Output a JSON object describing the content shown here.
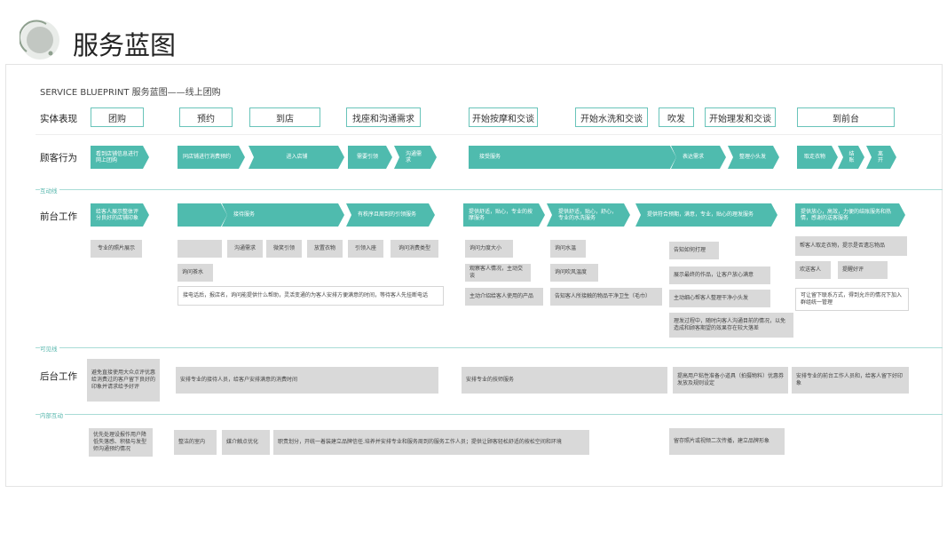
{
  "title": "服务蓝图",
  "subtitle": "SERVICE BLUEPRINT 服务蓝图——线上团购",
  "rows": {
    "physical": "实体表现",
    "customer": "顾客行为",
    "frontstage": "前台工作",
    "backstage": "后台工作"
  },
  "lines": {
    "interaction": "互动线",
    "visibility": "可见线",
    "internal": "内部互动"
  },
  "physical": [
    "团购",
    "预约",
    "到店",
    "找座和沟通需求",
    "开始按摩和交谈",
    "开始水洗和交谈",
    "吹发",
    "开始理发和交谈",
    "到前台"
  ],
  "customer_actions": [
    "看到店铺信息进行网上团购",
    "同店铺进行消费预约",
    "进入店铺",
    "需要引领",
    "沟通需求",
    "接受服务",
    "表达需求",
    "整理小头发",
    "取走衣物",
    "结账",
    "离开"
  ],
  "frontstage_actions": [
    "给客人展示整体评分良好的店铺印象",
    "",
    "接待服务",
    "有秩序且周到的引领服务",
    "提供舒适，贴心，专业的按摩服务",
    "提供舒适，贴心，舒心，专业的水洗服务",
    "提供符合预期，满意，专业，贴心的理发服务",
    "提供放心，高效，力便的结账服务和热情，感谢的送客服务"
  ],
  "frontstage_details": [
    "专业的照片展示",
    "",
    "沟通需求",
    "微笑引领",
    "放置衣物",
    "引领入座",
    "询问消费类型",
    "询问茶水",
    "接电话后，报店名，询问能提供什么帮助，灵活变通的为客人安排方便满意的时间，等待客人先挂断电话",
    "询问力度大小",
    "观察客人情况，主动交谈",
    "主动介绍给客人使用的产品",
    "询问水温",
    "询问吹风温度",
    "告知客人所接触的物品干净卫生（毛巾）",
    "告知如何打理",
    "展示最终的作品，让客户放心满意",
    "主动细心帮客人整理干净小头发",
    "理发过程中，随时向客人沟通目前的情况，以免造成和顾客期望的效果存在较大落差",
    "帮客人取走衣物，提示是否遗忘物品",
    "欢送客人",
    "提醒好评",
    "可让留下联系方式，得到允许的情况下加入群组统一管理"
  ],
  "backstage": [
    "避免直接使用大众点评优惠\n给消费过的客户留下良好的印象并请求给予好评",
    "安排专业的接待人员，给客户安排满意的消费时间",
    "安排专业的技师服务",
    "提高用户粘性准备小道具（拍摄物料）优惠券发放及规则设定",
    "安排专业的前台工作人员和，给客人留下好印象"
  ],
  "internal": [
    "优先处理设报作用户降低失落感、积极与发型师沟通预约情况",
    "整洁的室内",
    "媒介触点优化",
    "职责划分，开统一着装建立品牌信任.培养并安排专业和服务周到的服务工作人员；提供让顾客轻松舒适的按松空间和环境",
    "留存照片或视频二次传播，建立品牌形象"
  ],
  "colors": {
    "teal": "#4fbbae",
    "teal_border": "#69c4ba",
    "line": "#a9dcd6",
    "gray_box": "#d9d9d9"
  }
}
